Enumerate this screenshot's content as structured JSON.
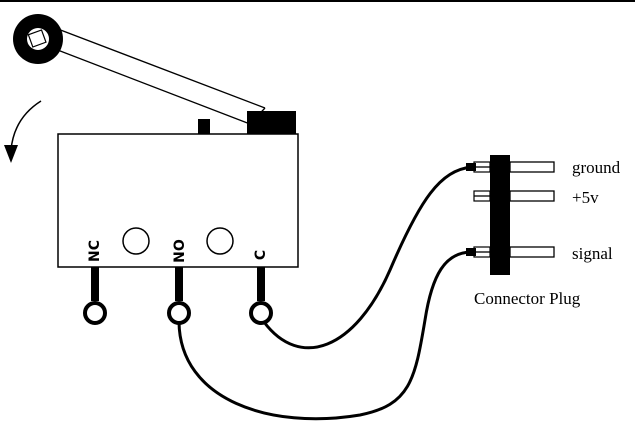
{
  "switch": {
    "terminals": [
      "NC",
      "NO",
      "C"
    ]
  },
  "connector": {
    "title": "Connector Plug",
    "pins": [
      "ground",
      "+5v",
      "signal"
    ]
  },
  "colors": {
    "ink": "#000000",
    "paper": "#ffffff"
  }
}
